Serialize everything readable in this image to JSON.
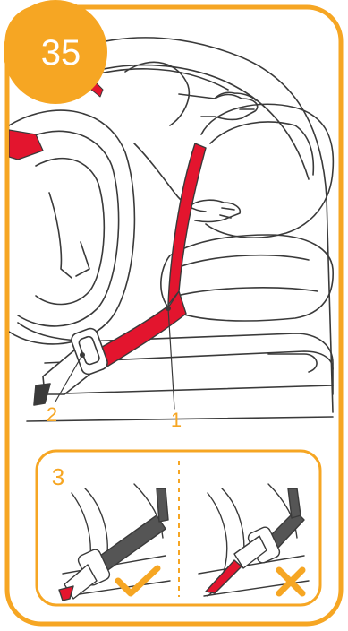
{
  "step": {
    "number": "35"
  },
  "callouts": {
    "belt_label": "1",
    "buckle_label": "2"
  },
  "inset": {
    "label": "3",
    "correct_icon": "check-icon",
    "incorrect_icon": "cross-icon"
  },
  "colors": {
    "accent": "#F6A623",
    "belt_red": "#E3152E",
    "line": "#3a3a3a",
    "seat_gray": "#8a8a8a",
    "belt_dark": "#555555"
  }
}
